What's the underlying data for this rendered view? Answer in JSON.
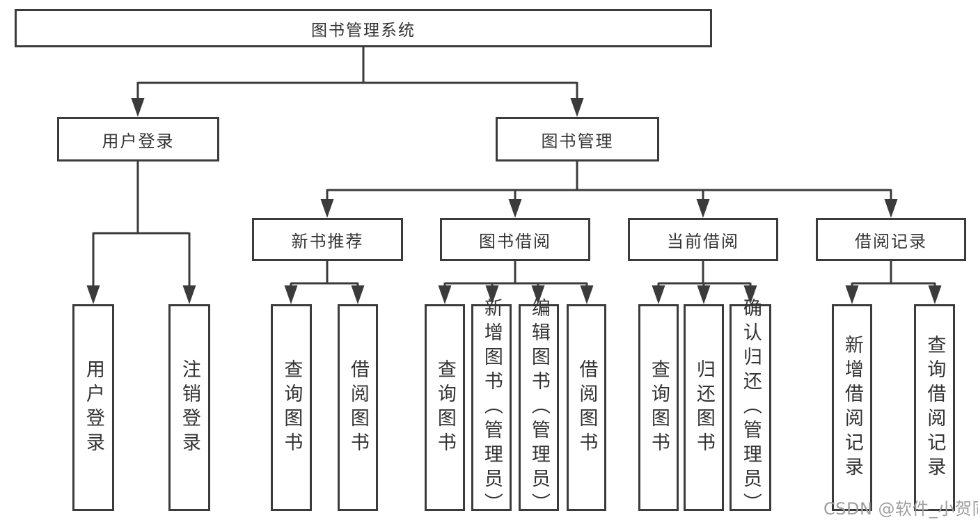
{
  "diagram": {
    "title": "图书管理系统",
    "level2": {
      "user_login": {
        "label": "用户登录",
        "children": [
          "用户登录",
          "注销登录"
        ]
      },
      "book_management": {
        "label": "图书管理",
        "modules": {
          "new_book_recommendation": {
            "label": "新书推荐",
            "children": [
              "查询图书",
              "借阅图书"
            ]
          },
          "book_borrowing": {
            "label": "图书借阅",
            "children": [
              "查询图书",
              "新增图书（管理员）",
              "编辑图书（管理员）",
              "借阅图书"
            ]
          },
          "current_borrowing": {
            "label": "当前借阅",
            "children": [
              "查询图书",
              "归还图书",
              "确认归还（管理员）"
            ]
          },
          "borrowing_records": {
            "label": "借阅记录",
            "children": [
              "新增借阅记录",
              "查询借阅记录"
            ]
          }
        }
      }
    }
  },
  "watermark": {
    "text": "CSDN @软件_小贺同学"
  },
  "colors": {
    "line": "#3b3b3b",
    "text": "#333333",
    "box_background": "#ffffff",
    "page_background": "#ffffff",
    "watermark": "#9e9e9e"
  }
}
